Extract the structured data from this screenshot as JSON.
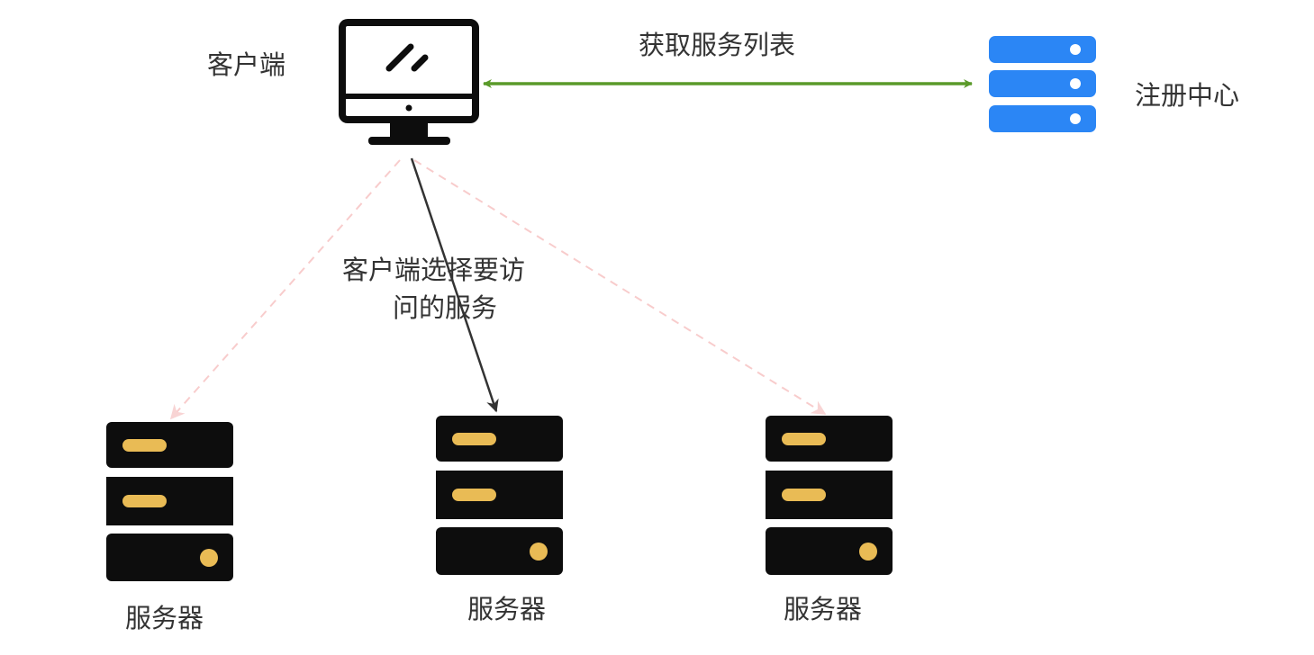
{
  "client": {
    "label": "客户端",
    "icon": "monitor-icon"
  },
  "registry": {
    "label": "注册中心",
    "icon": "server-stack-icon",
    "color": "#2b86f5"
  },
  "edge_fetch": {
    "label": "获取服务列表",
    "color": "#5a9a2a",
    "bidirectional": true
  },
  "edge_select": {
    "label_line1": "客户端选择要访",
    "label_line2": "问的服务",
    "color": "#333333"
  },
  "edge_other": {
    "color": "#f8cccc",
    "style": "dashed"
  },
  "servers": [
    {
      "label": "服务器",
      "icon": "server-icon",
      "selected": false
    },
    {
      "label": "服务器",
      "icon": "server-icon",
      "selected": true
    },
    {
      "label": "服务器",
      "icon": "server-icon",
      "selected": false
    }
  ],
  "colors": {
    "server_body": "#0d0d0d",
    "server_accent": "#e9bb55",
    "monitor": "#0d0d0d"
  }
}
